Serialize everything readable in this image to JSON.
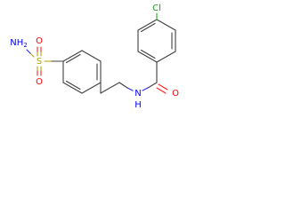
{
  "molecule": {
    "atoms": {
      "cl": "Cl",
      "o_carbonyl": "O",
      "n_amide": "N",
      "h_amide": "H",
      "nh2_n": "NH",
      "nh2_sub": "2",
      "s": "S",
      "o_upper": "O",
      "o_lower": "O"
    }
  },
  "colors": {
    "bond": "#404040",
    "oxygen": "#ff0000",
    "nitrogen": "#0000ff",
    "sulfur": "#b0a000",
    "chlorine": "#1aa01a"
  }
}
